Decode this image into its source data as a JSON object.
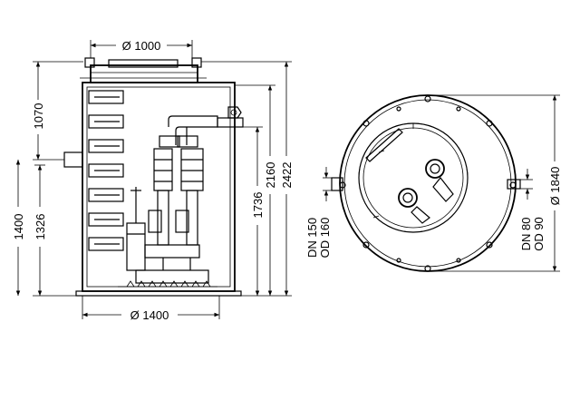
{
  "colors": {
    "line": "#000000",
    "background": "#ffffff"
  },
  "front_view": {
    "top_diameter": "Ø 1000",
    "bottom_diameter": "Ø 1400",
    "dim_upper_left": "1070",
    "dim_lower_left_outer": "1400",
    "dim_lower_left_inner": "1326",
    "dim_right_inner": "1736",
    "dim_right_middle": "2160",
    "dim_right_outer": "2422"
  },
  "top_view": {
    "inlet_dn": "DN 150",
    "inlet_od": "OD 160",
    "outlet_dn": "DN 80",
    "outlet_od": "OD 90",
    "diameter": "Ø 1840"
  }
}
